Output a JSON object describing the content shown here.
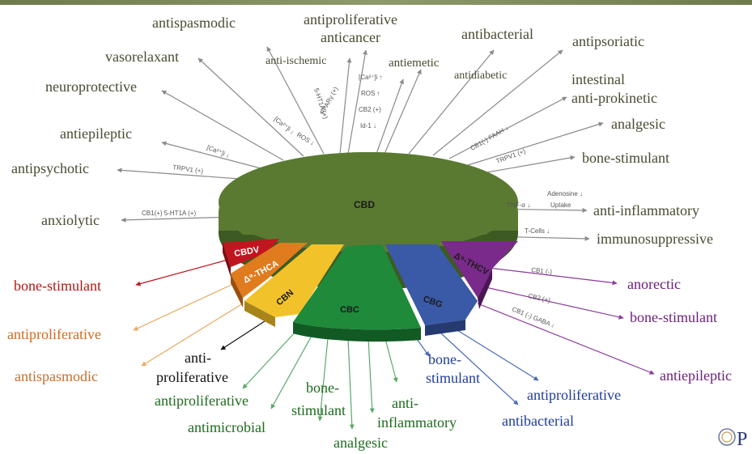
{
  "segments": {
    "cbd": "CBD",
    "cbdv": "CBDV",
    "thca": "Δ⁹-THCA",
    "cbn": "CBN",
    "cbc": "CBC",
    "cbg": "CBG",
    "thcv": "Δ⁹-THCV"
  },
  "cbd_effects": {
    "antiproliferative_anticancer_1": "antiproliferative",
    "antiproliferative_anticancer_2": "anticancer",
    "antispasmodic": "antispasmodic",
    "antibacterial": "antibacterial",
    "antipsoriatic": "antipsoriatic",
    "vasorelaxant": "vasorelaxant",
    "anti_ischemic": "anti-ischemic",
    "antiemetic": "antiemetic",
    "antidiabetic": "antidiabetic",
    "neuroprotective": "neuroprotective",
    "intestinal": "intestinal",
    "anti_prokinetic": "anti-prokinetic",
    "analgesic": "analgesic",
    "antiepileptic": "antiepileptic",
    "bone_stimulant": "bone-stimulant",
    "antipsychotic": "antipsychotic",
    "anti_inflammatory": "anti-inflammatory",
    "anxiolytic": "anxiolytic",
    "immunosuppressive": "immunosuppressive"
  },
  "cbd_mechanisms": {
    "ppar": "PPARγ (+)",
    "ht1a": "5-HT1A (+)",
    "ca_up": "[Ca²⁺]i ↑",
    "ros_up": "ROS ↑",
    "cb2": "CB2 (+)",
    "id1": "Id-1 ↓",
    "ca_down": "[Ca²⁺]i ↓",
    "ros_down": "ROS ↓",
    "ca_down2": "[Ca²⁺]i ↓",
    "trpv1_a": "TRPV1 (+)",
    "cb1_faah": "CB1(-) FAAH ↓",
    "trpv1_b": "TRPV1 (+)",
    "cb1_5ht1a": "CB1(+) 5-HT1A (+)",
    "tnf": "TNF-α ↓",
    "adenosine_1": "Adenosine ↓",
    "adenosine_2": "Uptake",
    "tcells": "T-Cells ↓",
    "thcv_cb1": "CB1 (-)",
    "thcv_cb2": "CB2 (+)",
    "thcv_gaba": "CB1 (-) GABA ↓"
  },
  "other_effects": {
    "cbdv_bone": "bone-stimulant",
    "thca_antiprolif": "antiproliferative",
    "thca_antispasmodic": "antispasmodic",
    "cbn_anti": "anti-",
    "cbn_proliferative": "proliferative",
    "cbc_antiprolif": "antiproliferative",
    "cbc_bone_1": "bone-",
    "cbc_bone_2": "stimulant",
    "cbc_antimicrobial": "antimicrobial",
    "cbc_antiinfl_1": "anti-",
    "cbc_antiinfl_2": "inflammatory",
    "cbc_analgesic": "analgesic",
    "cbg_bone_1": "bone-",
    "cbg_bone_2": "stimulant",
    "cbg_antiprolif": "antiproliferative",
    "cbg_antibacterial": "antibacterial",
    "thcv_anorectic": "anorectic",
    "thcv_bone": "bone-stimulant",
    "thcv_antiepileptic": "antiepileptic"
  },
  "colors": {
    "cbd": "#5a7a32",
    "cbdv": "#c0161f",
    "thca": "#e07b1e",
    "cbn": "#f2c22b",
    "cbc": "#1e8a3a",
    "cbg": "#3a5aa8",
    "thcv": "#7a2a8a"
  },
  "logo_text": "P"
}
